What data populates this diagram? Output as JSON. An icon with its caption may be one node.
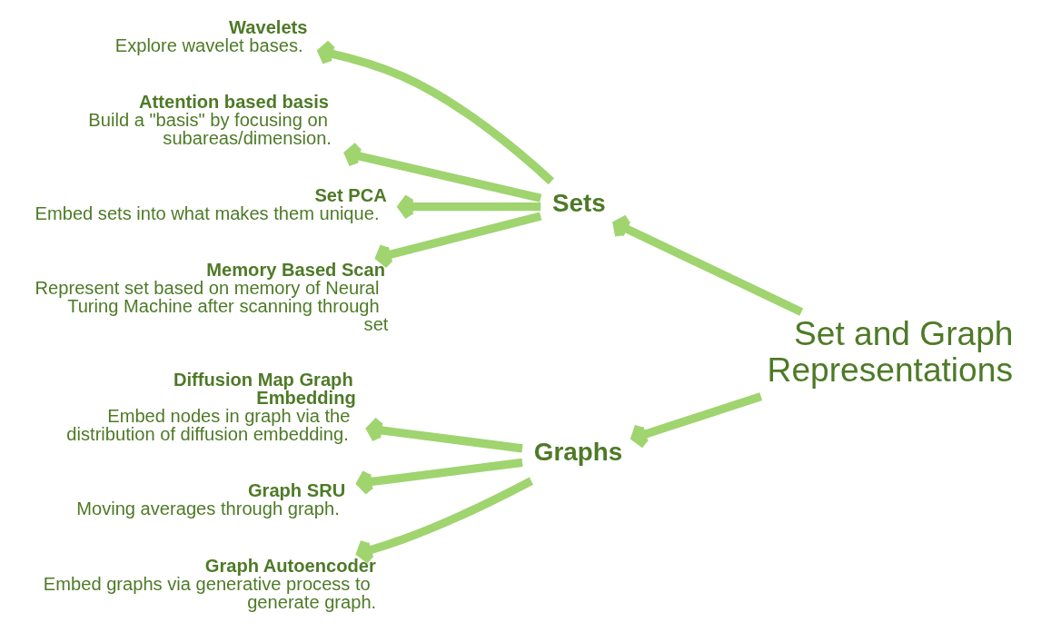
{
  "diagram": {
    "nodes": [
      {
        "text": [
          "Wavelets",
          "Explore wavelet bases."
        ]
      },
      {
        "text": [
          "Attention based basis",
          "Build a \"basis\" by focusing on subareas/dimension."
        ]
      },
      {
        "text": [
          "Sets"
        ]
      },
      {
        "text": [
          "Set PCA",
          "Embed sets into what makes them unique."
        ]
      },
      {
        "text": [
          "Memory Based Scan",
          "Represent set based on memory of Neural Turing Machine after scanning through set"
        ]
      },
      {
        "text": [
          "Set and Graph Representations"
        ]
      },
      {
        "text": [
          "Diffusion Map Graph Embedding",
          "Embed nodes in graph via the distribution of diffusion embedding."
        ]
      },
      {
        "text": [
          "Graph SRU",
          "Moving averages through graph."
        ]
      },
      {
        "text": [
          "Graphs"
        ]
      },
      {
        "text": [
          "Graph Autoencoder",
          "Embed graphs via generative process to generate graph."
        ]
      }
    ],
    "edges": [
      {
        "from": 5,
        "to": 2,
        "arrow": "to"
      },
      {
        "from": 5,
        "to": 8,
        "arrow": "to"
      },
      {
        "from": 2,
        "to": 0,
        "arrow": "to"
      },
      {
        "from": 2,
        "to": 1,
        "arrow": "to"
      },
      {
        "from": 2,
        "to": 3,
        "arrow": "to"
      },
      {
        "from": 2,
        "to": 4,
        "arrow": "to"
      },
      {
        "from": 8,
        "to": 6,
        "arrow": "to"
      },
      {
        "from": 8,
        "to": 7,
        "arrow": "to"
      },
      {
        "from": 8,
        "to": 9,
        "arrow": "to"
      }
    ]
  }
}
